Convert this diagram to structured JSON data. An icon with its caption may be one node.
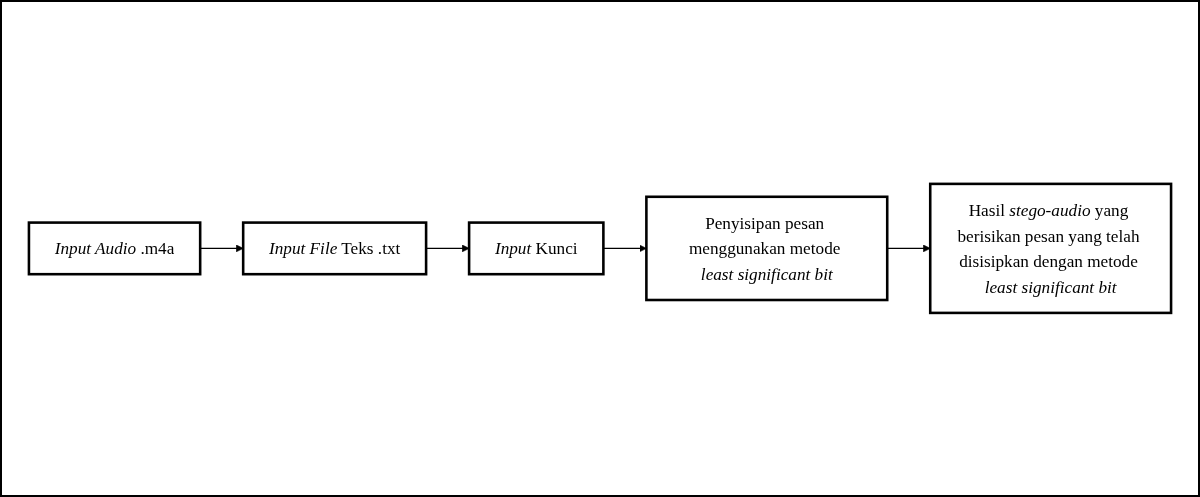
{
  "diagram": {
    "nodes": [
      {
        "text": [
          "*Input Audio* .m4a"
        ]
      },
      {
        "text": [
          "*Input File* Teks .txt"
        ]
      },
      {
        "text": [
          "*Input* Kunci"
        ]
      },
      {
        "text": [
          "Penyisipan pesan menggunakan metode *least significant bit*"
        ]
      },
      {
        "text": [
          "Hasil *stego-audio* yang berisikan pesan yang telah disisipkan dengan metode *least significant bit*"
        ]
      }
    ],
    "edges": [
      {
        "from": 0,
        "to": 1,
        "arrow": "to"
      },
      {
        "from": 1,
        "to": 2,
        "arrow": "to"
      },
      {
        "from": 2,
        "to": 3,
        "arrow": "to"
      },
      {
        "from": 3,
        "to": 4,
        "arrow": "to"
      }
    ]
  }
}
